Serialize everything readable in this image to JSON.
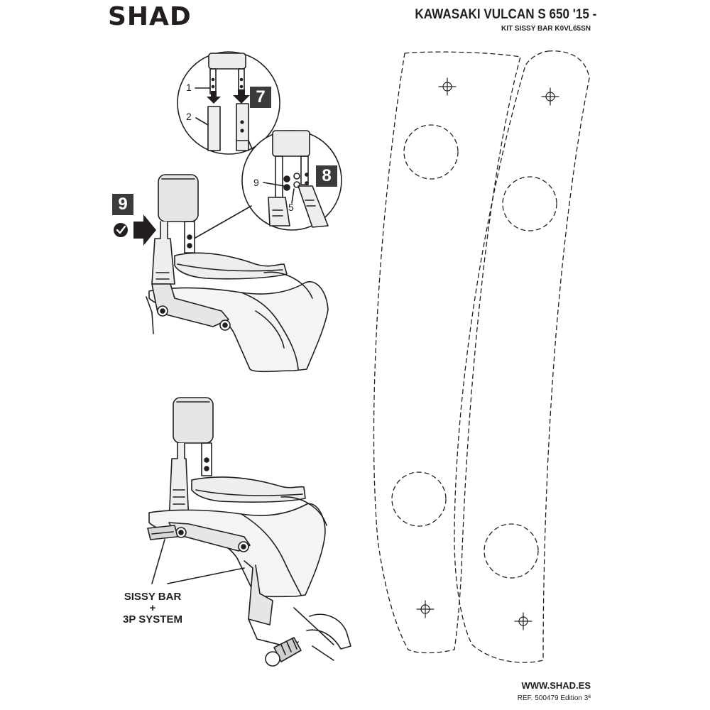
{
  "brand": {
    "logo": "SHAD"
  },
  "header": {
    "title": "KAWASAKI VULCAN S 650 '15 -",
    "subtitle": "KIT SISSY BAR K0VL65SN"
  },
  "steps": [
    {
      "number": "7"
    },
    {
      "number": "8"
    },
    {
      "number": "9"
    }
  ],
  "callouts": {
    "part_1": "1",
    "part_2": "2",
    "part_9": "9",
    "part_5": "5"
  },
  "assembly_label": {
    "line1": "SISSY BAR",
    "line2": "+",
    "line3": "3P SYSTEM"
  },
  "footer": {
    "website": "WWW.SHAD.ES",
    "reference": "REF. 500479 Edition 3ª"
  },
  "icons": [
    "check-circle-icon",
    "arrow-right-icon",
    "arrow-down-icon"
  ]
}
